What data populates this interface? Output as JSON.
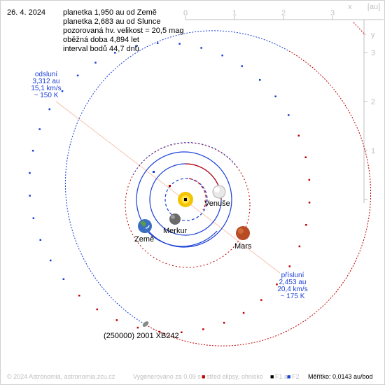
{
  "date": "26. 4. 2024",
  "info": {
    "line1": "planetka 1,950 au od Země",
    "line2": "planetka 2,683 au od Slunce",
    "line3": "pozorovaná hv. velikost = 20,5 mag",
    "line4": "oběžná doba 4,894 let",
    "line5": "interval bodů 44,7 dnů"
  },
  "aphelion": {
    "title": "odsluní",
    "dist": "3,312 au",
    "speed": "15,1 km/s",
    "temp": "~ 150 K"
  },
  "perihelion": {
    "title": "přísluní",
    "dist": "2,453 au",
    "speed": "20,4 km/s",
    "temp": "~ 175 K"
  },
  "planets": {
    "venus": "Venuše",
    "mercury": "Merkur",
    "earth": "Země",
    "mars": "Mars"
  },
  "asteroid": "(250000) 2001 XB242",
  "axes": {
    "x_ticks": [
      "0",
      "1",
      "2",
      "3"
    ],
    "y_ticks": [
      "1",
      "2",
      "3"
    ],
    "x_unit": "x",
    "au_unit": "[au]",
    "y_unit": "y"
  },
  "footer": {
    "copyright": "© 2024 Astronomia, astronomia.zcu.cz",
    "generated": "Vygenerováno za 0,09 s",
    "legend1": "střed elipsy, ohnisko",
    "legend2": "F1 a",
    "legend3": "F2",
    "scale": "Měřítko: 0,0143 au/bod"
  },
  "colors": {
    "asteroid_orbit_near": "#c00000",
    "asteroid_orbit_far": "#1a3fd6",
    "earth_orbit": "#1a3fd6",
    "mars_orbit": "#c00000",
    "axis_grey": "#bfbfbf",
    "apsis_line": "#f0a080"
  }
}
